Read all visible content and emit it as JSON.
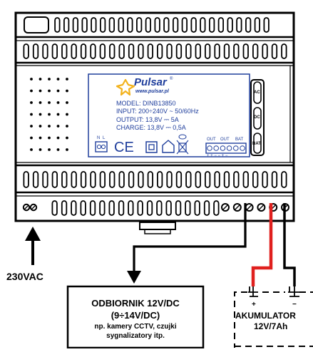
{
  "brand": {
    "name": "Pulsar",
    "registered": "®",
    "website": "www.pulsar.pl"
  },
  "device_label": {
    "model": "MODEL: DINB13850",
    "input": "INPUT: 200÷240V ~ 50/60Hz",
    "output": "OUTPUT: 13,8V ⎓ 5A",
    "charge": "CHARGE: 13,8V ⎓ 0,5A",
    "ce_mark": "CE"
  },
  "terminals": {
    "n": "N",
    "l": "L",
    "out1": "OUT",
    "out2": "OUT",
    "bat": "BAT",
    "polarity": "+ +   − −   + −"
  },
  "indicators": [
    {
      "label": "AC"
    },
    {
      "label": "DC"
    },
    {
      "label": "BAT"
    }
  ],
  "mains": {
    "label": "230VAC"
  },
  "receiver": {
    "line1": "ODBIORNIK 12V/DC",
    "line2": "(9÷14V/DC)",
    "line3": "np. kamery CCTV, czujki",
    "line4": "sygnalizatory itp."
  },
  "battery": {
    "name": "AKUMULATOR",
    "spec": "12V/7Ah",
    "plus": "+",
    "minus": "−"
  },
  "colors": {
    "outline": "#000000",
    "accent_blue": "#1f3e9c",
    "logo_yellow": "#f2b21c",
    "wire_red": "#e0201e"
  }
}
